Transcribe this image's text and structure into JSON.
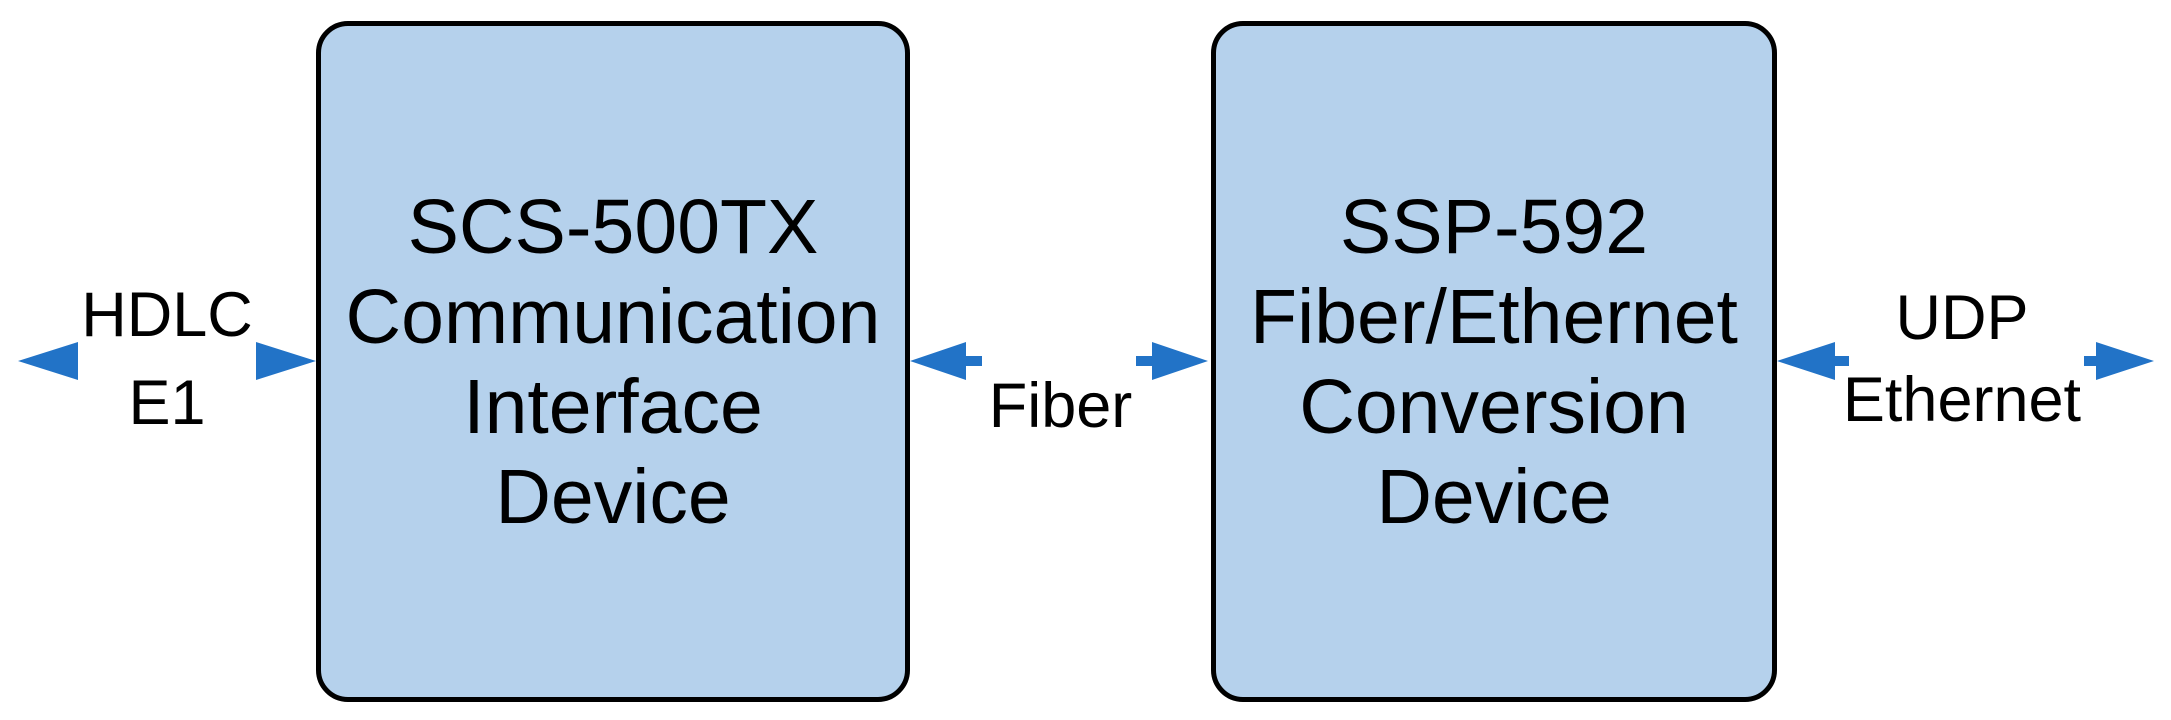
{
  "diagram": {
    "boxes": [
      {
        "id": "scs-500tx",
        "lines": [
          "SCS-500TX",
          "Communication",
          "Interface",
          "Device"
        ]
      },
      {
        "id": "ssp-592",
        "lines": [
          "SSP-592",
          "Fiber/Ethernet",
          "Conversion",
          "Device"
        ]
      }
    ],
    "labels": {
      "left": {
        "line1": "HDLC",
        "line2": "E1"
      },
      "middle": {
        "line1": "Fiber"
      },
      "right": {
        "line1": "UDP",
        "line2": "Ethernet"
      }
    },
    "colors": {
      "box_fill": "#B5D1EC",
      "box_border": "#000000",
      "arrow_blue": "#2273C7",
      "text": "#000000",
      "background": "#FFFFFF"
    }
  }
}
